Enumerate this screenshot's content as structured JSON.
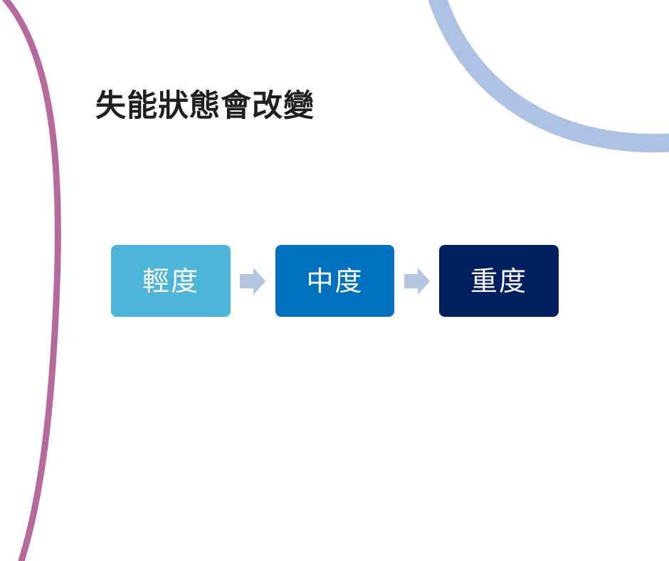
{
  "slide": {
    "title": "失能狀態會改變"
  },
  "process": {
    "steps": [
      {
        "label": "輕度",
        "color": "#4db6d8"
      },
      {
        "label": "中度",
        "color": "#0071bf"
      },
      {
        "label": "重度",
        "color": "#002060"
      }
    ],
    "arrow_color": "#b4c5e1"
  },
  "decorations": {
    "left_arc_color": "#b5699d",
    "top_right_arc_color": "#adc2e2"
  }
}
